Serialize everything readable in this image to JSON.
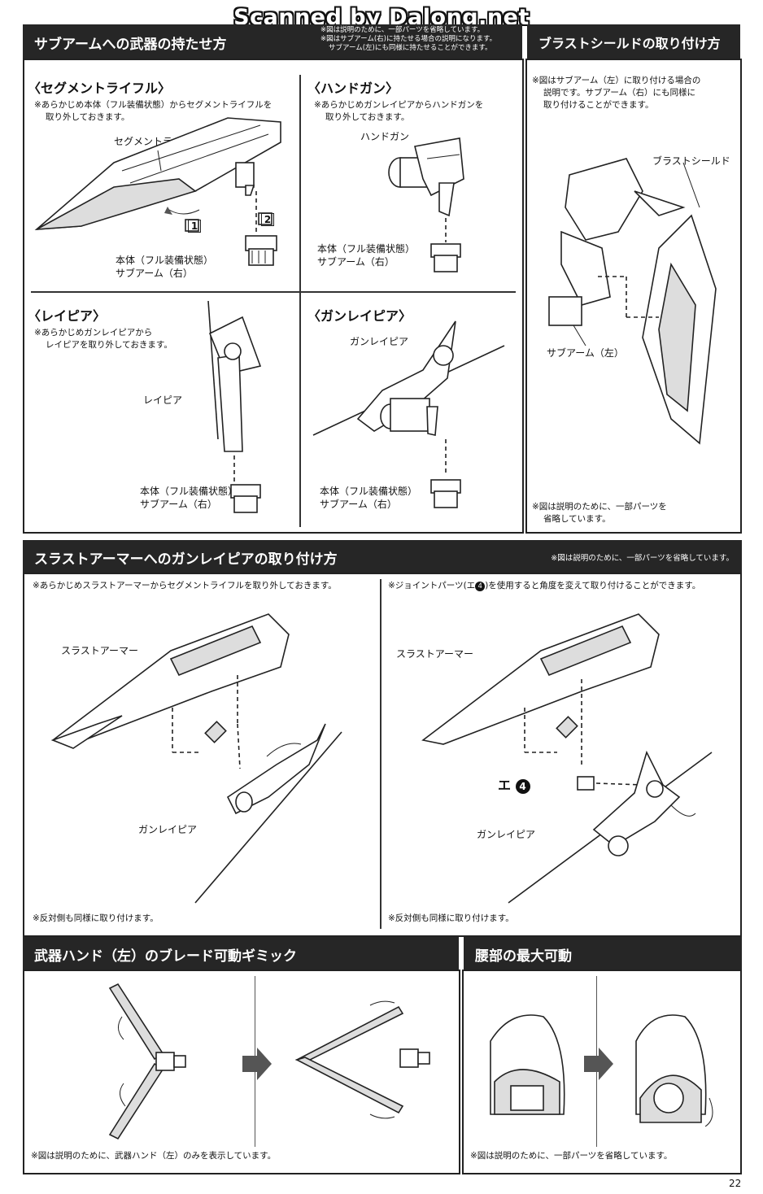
{
  "watermark": "Scanned by Dalong.net",
  "top": {
    "title": "サブアームへの武器の持たせ方",
    "notes": [
      "※図は説明のために、一部パーツを省略しています。",
      "※図はサブアーム(右)に持たせる場合の説明になります。",
      "サブアーム(左)にも同様に持たせることができます。"
    ],
    "blast_title": "ブラストシールドの取り付け方"
  },
  "segment": {
    "heading": "〈セグメントライフル〉",
    "note1": "※あらかじめ本体（フル装備状態）からセグメントライフルを",
    "note2": "取り外しておきます。",
    "label": "セグメントライフル",
    "step1": "1",
    "step2": "2",
    "body1": "本体（フル装備状態）",
    "body2": "サブアーム（右）"
  },
  "handgun": {
    "heading": "〈ハンドガン〉",
    "note1": "※あらかじめガンレイピアからハンドガンを",
    "note2": "取り外しておきます。",
    "label": "ハンドガン",
    "body1": "本体（フル装備状態）",
    "body2": "サブアーム（右）"
  },
  "rapier": {
    "heading": "〈レイピア〉",
    "note1": "※あらかじめガンレイピアから",
    "note2": "レイピアを取り外しておきます。",
    "label": "レイピア",
    "body1": "本体（フル装備状態）",
    "body2": "サブアーム（右）"
  },
  "gunrapier": {
    "heading": "〈ガンレイピア〉",
    "label": "ガンレイピア",
    "body1": "本体（フル装備状態）",
    "body2": "サブアーム（右）"
  },
  "blast": {
    "note1": "※図はサブアーム（左）に取り付ける場合の",
    "note2": "説明です。サブアーム（右）にも同様に",
    "note3": "取り付けることができます。",
    "label_shield": "ブラストシールド",
    "label_arm": "サブアーム（左）",
    "bottom1": "※図は説明のために、一部パーツを",
    "bottom2": "省略しています。"
  },
  "mid": {
    "title": "スラストアーマーへのガンレイピアの取り付け方",
    "note_right": "※図は説明のために、一部パーツを省略しています。",
    "left_note": "※あらかじめスラストアーマーからセグメントライフルを取り外しておきます。",
    "right_note_a": "※ジョイントパーツ(エ",
    "right_note_num": "4",
    "right_note_b": ")を使用すると角度を変えて取り付けることができます。",
    "armor_label": "スラストアーマー",
    "gunrapier_label": "ガンレイピア",
    "joint_label": "エ",
    "joint_num": "4",
    "bottom_left": "※反対側も同様に取り付けます。",
    "bottom_right": "※反対側も同様に取り付けます。"
  },
  "bottom": {
    "left_title": "武器ハンド（左）のブレード可動ギミック",
    "right_title": "腰部の最大可動",
    "left_note": "※図は説明のために、武器ハンド（左）のみを表示しています。",
    "right_note": "※図は説明のために、一部パーツを省略しています。"
  },
  "page_number": "22"
}
